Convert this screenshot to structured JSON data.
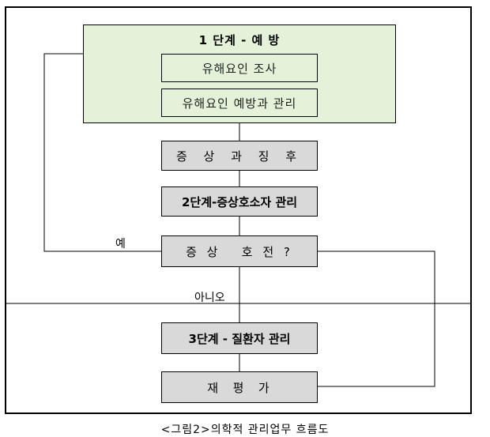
{
  "diagram": {
    "stage1": {
      "title": "1 단계 - 예 방",
      "items": [
        "유해요인  조사",
        "유해요인 예방과 관리"
      ]
    },
    "symptoms_box": "증 상 과 징 후",
    "stage2_box": "2단계-증상호소자 관리",
    "decision_box": "증 상   호 전 ?",
    "yes_label": "예",
    "no_label": "아니오",
    "stage3_box": "3단계 - 질환자 관리",
    "reassess_box": "재  평  가",
    "caption": "<그림2>의학적 관리업무 흐름도"
  },
  "colors": {
    "stage1_fill": "#e3f2d9",
    "process_fill": "#d9d9d9",
    "line": "#000000"
  }
}
